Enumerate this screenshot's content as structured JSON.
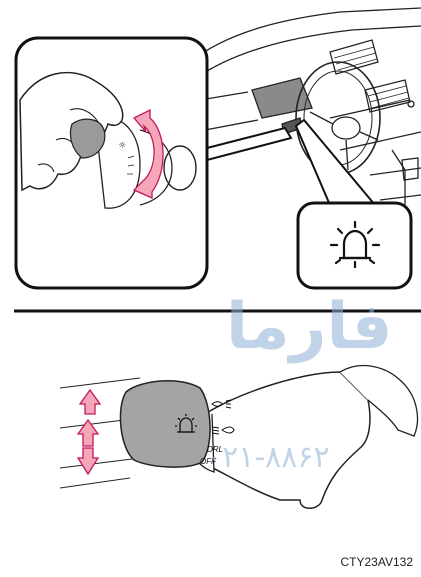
{
  "figure_code": "CTY23AV132",
  "lever_labels": {
    "drl": "DRL",
    "off": "OFF"
  },
  "watermark": {
    "text": "فارما",
    "phone": "۰۲۱-۸۸۶۲"
  },
  "icons": [
    "headlight-icon",
    "parking-light-icon",
    "low-beam-icon",
    "steering-wheel",
    "rotation-arrow",
    "up-arrow",
    "down-arrow"
  ],
  "colors": {
    "arrow_fill": "#f4a7b9",
    "arrow_stroke": "#c2185b",
    "frame": "#111111",
    "watermark": "#8fb0d6"
  }
}
